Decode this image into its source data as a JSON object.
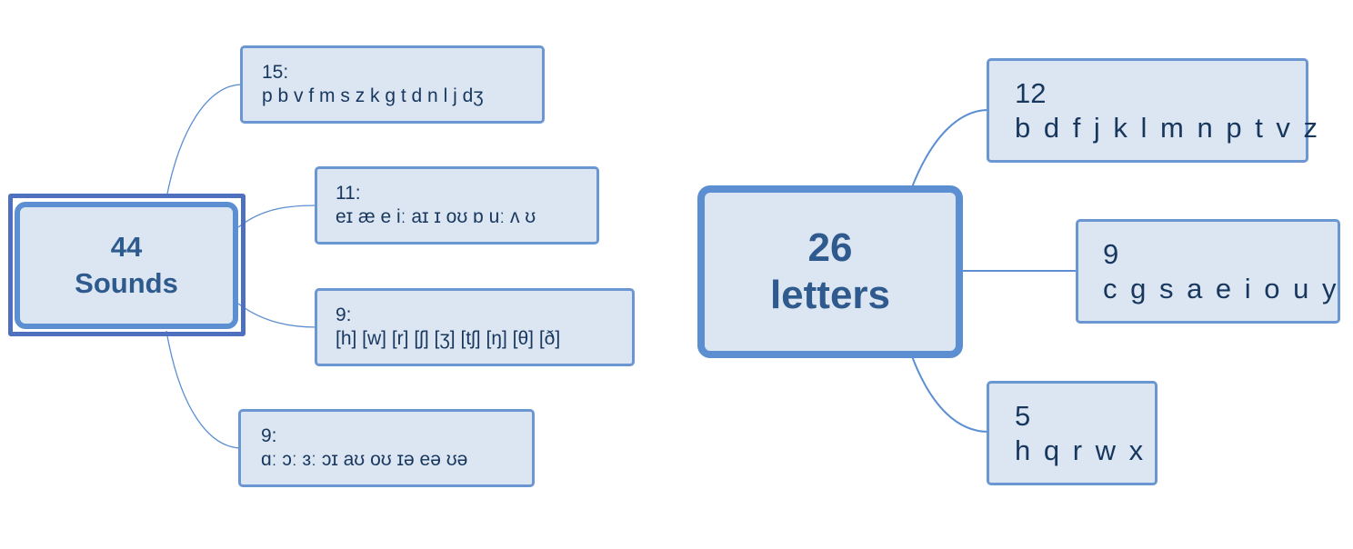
{
  "sounds_map": {
    "center": {
      "number": "44",
      "label": "Sounds"
    },
    "branches": [
      {
        "count": "15:",
        "items": "p b v f m s z k g t d n l j dʒ"
      },
      {
        "count": "11:",
        "items": "eɪ æ e iː aɪ ɪ oʊ ɒ uː ʌ ʊ"
      },
      {
        "count": "9:",
        "items": "[h] [w] [r] [ʃ] [ʒ] [tʃ] [ŋ] [θ] [ð]"
      },
      {
        "count": "9:",
        "items": "ɑː ɔː ɜː ɔɪ aʊ oʊ ɪə eə ʊə"
      }
    ]
  },
  "letters_map": {
    "center": {
      "number": "26",
      "label": "letters"
    },
    "branches": [
      {
        "count": "12",
        "items": "b d f j k l m n p t v z"
      },
      {
        "count": "9",
        "items": "c g s a e i o u y"
      },
      {
        "count": "5",
        "items": "h q r w x"
      }
    ]
  },
  "colors": {
    "node_fill": "#dce6f2",
    "node_border": "#6a96d1",
    "central_border": "#5b8fd2",
    "frame_border": "#4f6fbf",
    "connector": "#5b8fd2",
    "text_dark": "#17375e",
    "text_central": "#2e5a8e"
  }
}
